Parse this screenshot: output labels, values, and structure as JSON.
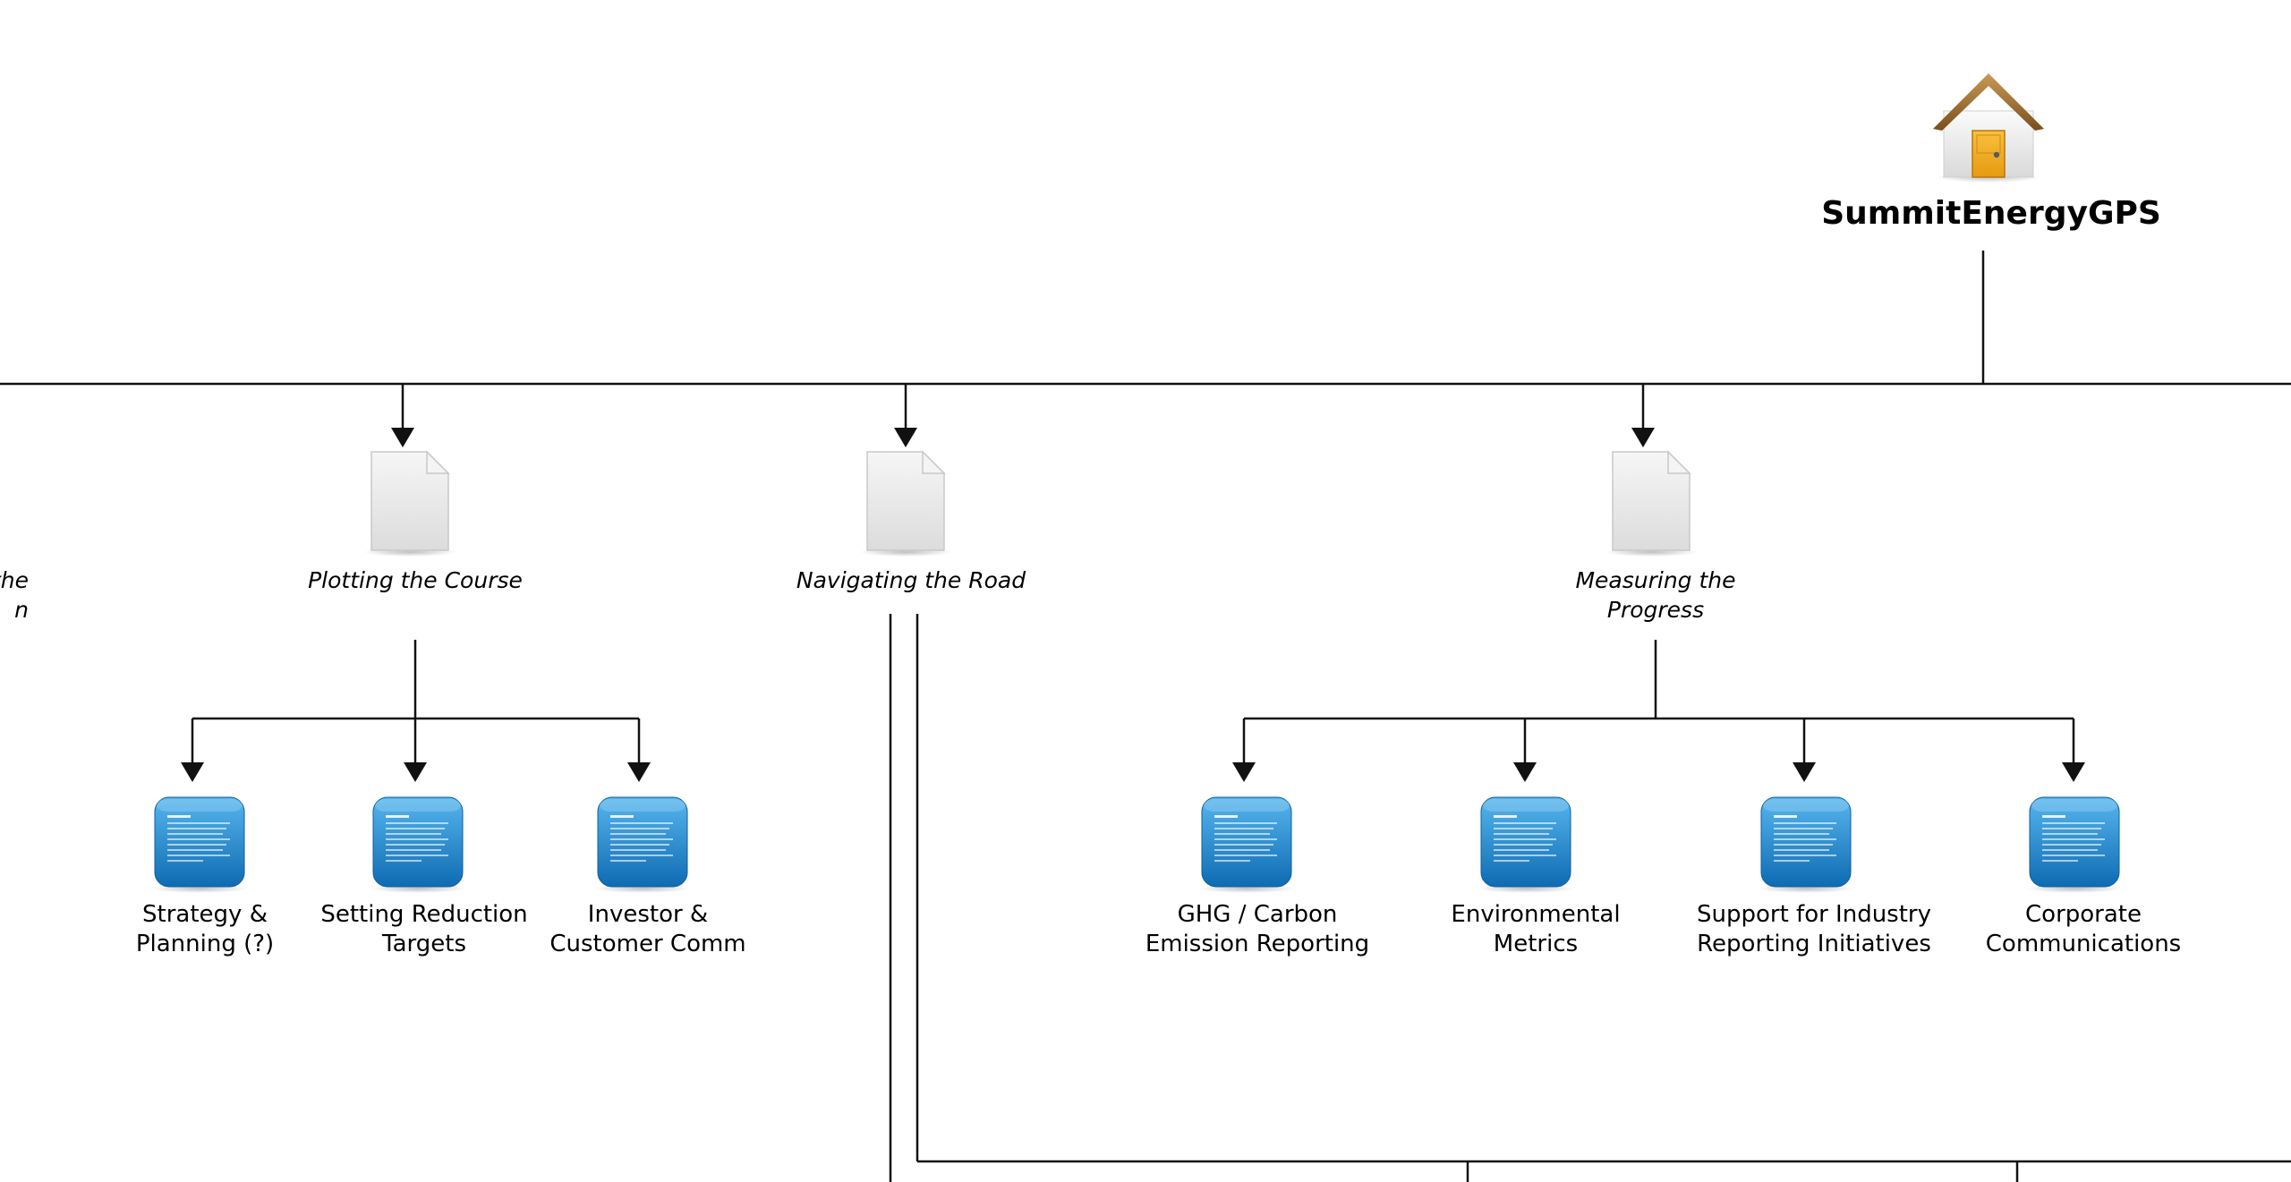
{
  "diagram": {
    "root": {
      "label": "SummitEnergyGPS",
      "icon": "home-icon"
    },
    "sections": [
      {
        "id": "prev",
        "label": "the\nn",
        "icon": "document-icon"
      },
      {
        "id": "plotting",
        "label": "Plotting the Course",
        "icon": "document-icon"
      },
      {
        "id": "navigating",
        "label": "Navigating the Road",
        "icon": "document-icon"
      },
      {
        "id": "measuring",
        "label": "Measuring the\nProgress",
        "icon": "document-icon"
      }
    ],
    "leaves": [
      {
        "parent": "plotting",
        "label": "Strategy &\nPlanning (?)",
        "icon": "text-page-icon"
      },
      {
        "parent": "plotting",
        "label": "Setting Reduction\nTargets",
        "icon": "text-page-icon"
      },
      {
        "parent": "plotting",
        "label": "Investor &\nCustomer Comm",
        "icon": "text-page-icon"
      },
      {
        "parent": "measuring",
        "label": "GHG / Carbon\nEmission Reporting",
        "icon": "text-page-icon"
      },
      {
        "parent": "measuring",
        "label": "Environmental\nMetrics",
        "icon": "text-page-icon"
      },
      {
        "parent": "measuring",
        "label": "Support for Industry\nReporting Initiatives",
        "icon": "text-page-icon"
      },
      {
        "parent": "measuring",
        "label": "Corporate\nCommunications",
        "icon": "text-page-icon"
      }
    ],
    "colors": {
      "line": "#111111",
      "house_roof": "#9a6a2c",
      "house_door": "#f2a819",
      "doc_fill": "#e8e8e8",
      "tile_top": "#4db0ea",
      "tile_bottom": "#1270b6"
    }
  }
}
